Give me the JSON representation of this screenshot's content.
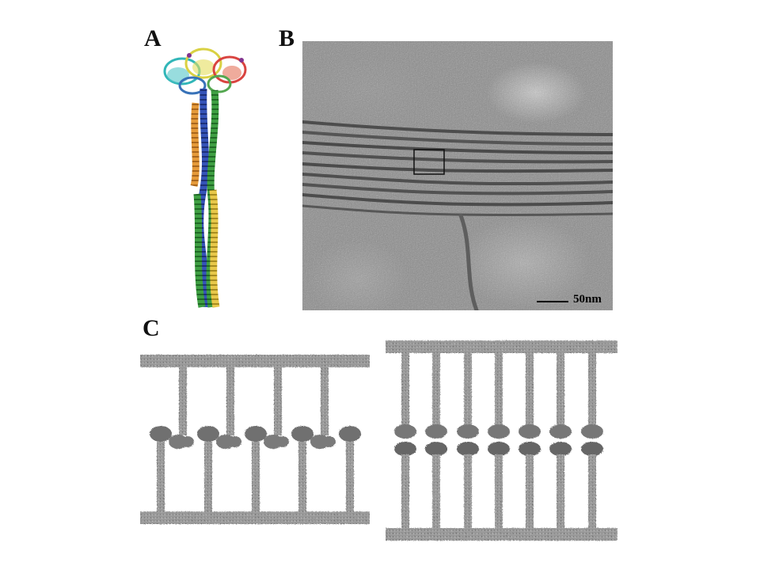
{
  "figure": {
    "panel_labels": {
      "a": "A",
      "b": "B",
      "c": "C"
    },
    "scale_bar": {
      "text": "50nm"
    }
  }
}
